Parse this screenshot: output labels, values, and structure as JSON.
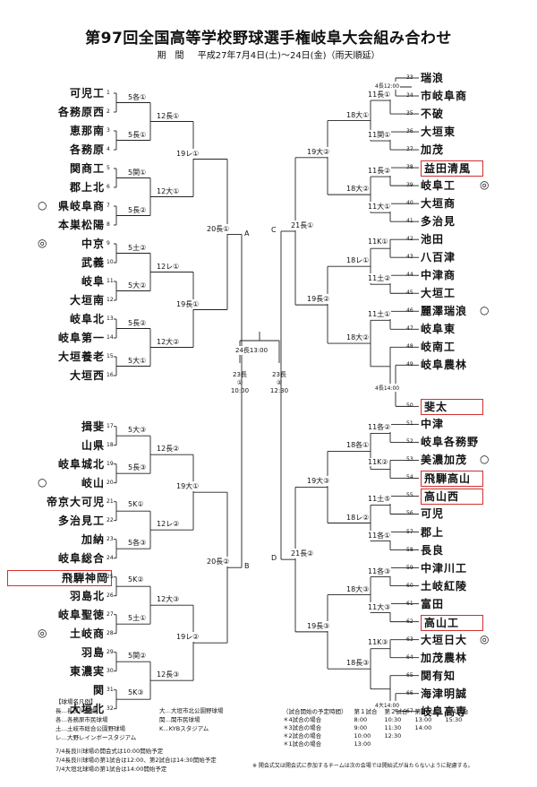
{
  "title": "第97回全国高等学校野球選手権岐阜大会組み合わせ",
  "period_label": "期　間",
  "period_value": "平成27年7月4日(土)～24日(金)（雨天順延）",
  "pools": {
    "A": "A",
    "B": "B",
    "C": "C",
    "D": "D"
  },
  "left_teams": [
    {
      "n": "1",
      "name": "可児工"
    },
    {
      "n": "2",
      "name": "各務原西"
    },
    {
      "n": "3",
      "name": "恵那南"
    },
    {
      "n": "4",
      "name": "各務原"
    },
    {
      "n": "5",
      "name": "関商工"
    },
    {
      "n": "6",
      "name": "郡上北"
    },
    {
      "n": "7",
      "name": "県岐阜商",
      "mark": "○"
    },
    {
      "n": "8",
      "name": "本巣松陽"
    },
    {
      "n": "9",
      "name": "中京",
      "mark": "◎"
    },
    {
      "n": "10",
      "name": "武義"
    },
    {
      "n": "11",
      "name": "岐阜"
    },
    {
      "n": "12",
      "name": "大垣南"
    },
    {
      "n": "13",
      "name": "岐阜北"
    },
    {
      "n": "14",
      "name": "岐阜第一"
    },
    {
      "n": "15",
      "name": "大垣養老"
    },
    {
      "n": "16",
      "name": "大垣西"
    },
    {
      "n": "17",
      "name": "揖斐"
    },
    {
      "n": "18",
      "name": "山県"
    },
    {
      "n": "19",
      "name": "岐阜城北"
    },
    {
      "n": "20",
      "name": "岐山",
      "mark": "○"
    },
    {
      "n": "21",
      "name": "帝京大可児"
    },
    {
      "n": "22",
      "name": "多治見工"
    },
    {
      "n": "23",
      "name": "加納"
    },
    {
      "n": "24",
      "name": "岐阜総合"
    },
    {
      "n": "25",
      "name": "飛騨神岡",
      "boxed": true
    },
    {
      "n": "26",
      "name": "羽島北"
    },
    {
      "n": "27",
      "name": "岐阜聖徳"
    },
    {
      "n": "28",
      "name": "土岐商",
      "mark": "◎"
    },
    {
      "n": "29",
      "name": "羽島"
    },
    {
      "n": "30",
      "name": "東濃実"
    },
    {
      "n": "31",
      "name": "関"
    },
    {
      "n": "32",
      "name": "大垣北"
    }
  ],
  "right_teams": [
    {
      "n": "33",
      "name": "瑞浪"
    },
    {
      "n": "34",
      "name": "市岐阜商"
    },
    {
      "n": "35",
      "name": "不破"
    },
    {
      "n": "36",
      "name": "大垣東"
    },
    {
      "n": "37",
      "name": "加茂"
    },
    {
      "n": "38",
      "name": "益田清風",
      "boxed": true
    },
    {
      "n": "39",
      "name": "岐阜工",
      "mark": "◎"
    },
    {
      "n": "40",
      "name": "大垣商"
    },
    {
      "n": "41",
      "name": "多治見"
    },
    {
      "n": "42",
      "name": "池田"
    },
    {
      "n": "43",
      "name": "八百津"
    },
    {
      "n": "44",
      "name": "中津商"
    },
    {
      "n": "45",
      "name": "大垣工"
    },
    {
      "n": "46",
      "name": "麗澤瑞浪",
      "mark": "○"
    },
    {
      "n": "47",
      "name": "岐阜東"
    },
    {
      "n": "48",
      "name": "岐南工"
    },
    {
      "n": "49",
      "name": "岐阜農林"
    },
    {
      "n": "50",
      "name": "斐太",
      "boxed": true
    },
    {
      "n": "51",
      "name": "中津"
    },
    {
      "n": "52",
      "name": "岐阜各務野"
    },
    {
      "n": "53",
      "name": "美濃加茂",
      "mark": "○"
    },
    {
      "n": "54",
      "name": "飛騨高山",
      "boxed": true
    },
    {
      "n": "55",
      "name": "高山西",
      "boxed": true
    },
    {
      "n": "56",
      "name": "可児"
    },
    {
      "n": "57",
      "name": "郡上"
    },
    {
      "n": "58",
      "name": "長良"
    },
    {
      "n": "59",
      "name": "中津川工"
    },
    {
      "n": "60",
      "name": "土岐紅陵"
    },
    {
      "n": "61",
      "name": "富田"
    },
    {
      "n": "62",
      "name": "高山工",
      "boxed": true
    },
    {
      "n": "63",
      "name": "大垣日大",
      "mark": "◎"
    },
    {
      "n": "64",
      "name": "加茂農林"
    },
    {
      "n": "65",
      "name": "関有知"
    },
    {
      "n": "66",
      "name": "海津明誠"
    },
    {
      "n": "67",
      "name": "岐阜高専"
    }
  ],
  "left_r1": [
    "5各①",
    "5長①",
    "5関①",
    "5長②",
    "5土②",
    "5大②",
    "5長②",
    "5大①",
    "5大③",
    "5長③",
    "5K①",
    "5各③",
    "5K②",
    "5土①",
    "5関②",
    "5K③"
  ],
  "left_r2": [
    "12長①",
    "12大①",
    "12レ①",
    "12大②",
    "12長②",
    "12レ②",
    "12大③",
    "12長③"
  ],
  "left_r3": [
    "19レ①",
    "19長①",
    "19大①",
    "19レ②"
  ],
  "left_r4": [
    "20長①",
    "20長②"
  ],
  "right_r0": [
    "4長12:00",
    "4大14:00"
  ],
  "right_r1": [
    "11長①",
    "11関①",
    "11長②",
    "11大①",
    "11K①",
    "11土②",
    "11土①",
    "4長14:00",
    "11各②",
    "11K②",
    "11土⑤",
    "11各①",
    "11各③",
    "11大③",
    "11K③"
  ],
  "right_r2": [
    "18大①",
    "18大②",
    "18レ①",
    "18大②",
    "18各①",
    "18レ②",
    "18大③",
    "18長③"
  ],
  "right_r3": [
    "19大②",
    "19長②",
    "19大③",
    "19長③"
  ],
  "right_r4": [
    "21長①",
    "21長②"
  ],
  "final": {
    "label": "24長13:00",
    "semi1": "23長\n①\n10:00",
    "semi2": "23長\n②\n12:30"
  },
  "legend_title": "【球場名凡例】",
  "legend_left": [
    "長…長良川球場",
    "各…各務原市民球場",
    "土…土岐市総合公園野球場",
    "レ…大野レインボースタジアム"
  ],
  "legend_mid": [
    "大…大垣市北公園野球場",
    "関…関市民球場",
    "K…KYBスタジアム"
  ],
  "notes": [
    "7/4長良川球場の開会式は10:00開始予定",
    "7/4長良川球場の第1試合は12:00、第2試合は14:30開始予定",
    "7/4大垣北球場の第1試合は14:00開始予定"
  ],
  "schedule": {
    "header": [
      "（試合開始の予定時間）",
      "第１試合",
      "第２試合",
      "第３試合",
      "第４試合"
    ],
    "rows": [
      [
        "＊4試合の場合",
        "8:00",
        "10:30",
        "13:00",
        "15:30"
      ],
      [
        "＊3試合の場合",
        "9:00",
        "11:30",
        "14:00",
        ""
      ],
      [
        "＊2試合の場合",
        "10:00",
        "12:30",
        "",
        ""
      ],
      [
        "＊1試合の場合",
        "13:00",
        "",
        "",
        ""
      ]
    ]
  },
  "footnote": "※ 開会式又は開会式に参加するチームは次の会場では開始式が当たらないように配慮する。"
}
